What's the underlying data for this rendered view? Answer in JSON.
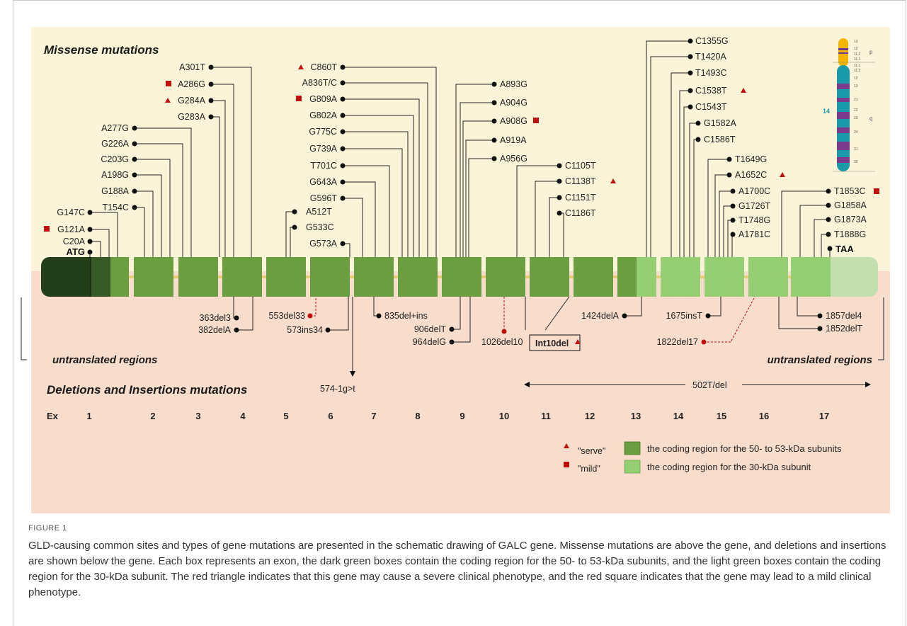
{
  "titles": {
    "missense": "Missense mutations",
    "deletions": "Deletions and Insertions mutations",
    "utr_left": "untranslated regions",
    "utr_right": "untranslated regions"
  },
  "start_codon": "ATG",
  "stop_codon": "TAA",
  "exon_row_label": "Ex",
  "exons": [
    "1",
    "2",
    "3",
    "4",
    "5",
    "6",
    "7",
    "8",
    "9",
    "10",
    "11",
    "12",
    "13",
    "14",
    "15",
    "16",
    "17"
  ],
  "missense_left": [
    {
      "label": "C20A",
      "marker": "none"
    },
    {
      "label": "G121A",
      "marker": "mild"
    },
    {
      "label": "G147C",
      "marker": "none"
    },
    {
      "label": "T154C",
      "marker": "none"
    },
    {
      "label": "G188A",
      "marker": "none"
    },
    {
      "label": "A198G",
      "marker": "none"
    },
    {
      "label": "C203G",
      "marker": "none"
    },
    {
      "label": "G226A",
      "marker": "none"
    },
    {
      "label": "A277G",
      "marker": "none"
    },
    {
      "label": "G283A",
      "marker": "none"
    },
    {
      "label": "G284A",
      "marker": "severe"
    },
    {
      "label": "A286G",
      "marker": "mild"
    },
    {
      "label": "A301T",
      "marker": "none"
    },
    {
      "label": "A512T",
      "marker": "none"
    },
    {
      "label": "G533C",
      "marker": "none"
    },
    {
      "label": "G573A",
      "marker": "none"
    },
    {
      "label": "G596T",
      "marker": "none"
    },
    {
      "label": "G643A",
      "marker": "none"
    },
    {
      "label": "T701C",
      "marker": "none"
    },
    {
      "label": "G739A",
      "marker": "none"
    },
    {
      "label": "G775C",
      "marker": "none"
    },
    {
      "label": "G802A",
      "marker": "none"
    },
    {
      "label": "G809A",
      "marker": "mild"
    },
    {
      "label": "A836T/C",
      "marker": "none"
    },
    {
      "label": "C860T",
      "marker": "severe"
    }
  ],
  "missense_right": [
    {
      "label": "A893G",
      "marker": "none"
    },
    {
      "label": "A904G",
      "marker": "none"
    },
    {
      "label": "A908G",
      "marker": "mild"
    },
    {
      "label": "A919A",
      "marker": "none"
    },
    {
      "label": "A956G",
      "marker": "none"
    },
    {
      "label": "C1105T",
      "marker": "none"
    },
    {
      "label": "C1138T",
      "marker": "severe"
    },
    {
      "label": "C1151T",
      "marker": "none"
    },
    {
      "label": "C1186T",
      "marker": "none"
    },
    {
      "label": "C1355G",
      "marker": "none"
    },
    {
      "label": "T1420A",
      "marker": "none"
    },
    {
      "label": "T1493C",
      "marker": "none"
    },
    {
      "label": "C1538T",
      "marker": "severe"
    },
    {
      "label": "C1543T",
      "marker": "none"
    },
    {
      "label": "G1582A",
      "marker": "none"
    },
    {
      "label": "C1586T",
      "marker": "none"
    },
    {
      "label": "T1649G",
      "marker": "none"
    },
    {
      "label": "A1652C",
      "marker": "severe"
    },
    {
      "label": "A1700C",
      "marker": "none"
    },
    {
      "label": "G1726T",
      "marker": "none"
    },
    {
      "label": "T1748G",
      "marker": "none"
    },
    {
      "label": "A1781C",
      "marker": "none"
    },
    {
      "label": "T1853C",
      "marker": "mild"
    },
    {
      "label": "G1858A",
      "marker": "none"
    },
    {
      "label": "G1873A",
      "marker": "none"
    },
    {
      "label": "T1888G",
      "marker": "none"
    }
  ],
  "deletions": [
    {
      "label": "363del3",
      "style": "solid"
    },
    {
      "label": "382delA",
      "style": "solid"
    },
    {
      "label": "553del33",
      "style": "dashed"
    },
    {
      "label": "573ins34",
      "style": "solid"
    },
    {
      "label": "574-1g>t",
      "style": "arrow"
    },
    {
      "label": "835del+ins",
      "style": "solid"
    },
    {
      "label": "906delT",
      "style": "solid"
    },
    {
      "label": "964delG",
      "style": "solid"
    },
    {
      "label": "1026del10",
      "style": "dashed"
    },
    {
      "label": "Int10del",
      "style": "boxed",
      "marker": "severe"
    },
    {
      "label": "1424delA",
      "style": "solid"
    },
    {
      "label": "1675insT",
      "style": "solid"
    },
    {
      "label": "1822del17",
      "style": "dashed"
    },
    {
      "label": "1857del4",
      "style": "solid"
    },
    {
      "label": "1852delT",
      "style": "solid"
    },
    {
      "label": "502T/del",
      "style": "span"
    }
  ],
  "legend": {
    "severe_label": "\"serve\"",
    "mild_label": "\"mild\"",
    "dark_label": "the coding region for the 50- to 53-kDa subunits",
    "light_label": "the coding region for the 30-kDa subunit"
  },
  "chromosome": {
    "number": "14",
    "arm_p": "p",
    "arm_q": "q",
    "bands": [
      "13",
      "12",
      "11.2",
      "11.1",
      "11.1",
      "11.2",
      "12",
      "13",
      "21",
      "22",
      "23",
      "24",
      "31",
      "32"
    ]
  },
  "colors": {
    "upper_bg": "#fcf4d9",
    "lower_bg": "#f8dccc",
    "dark_green": "#6a9e40",
    "light_green": "#94cf73",
    "utr_dark": "#233f1a",
    "utr_light": "#c3dfb0",
    "red": "#c0110f"
  },
  "caption": {
    "label": "FIGURE 1",
    "text": "GLD-causing common sites and types of gene mutations are presented in the schematic drawing of GALC gene. Missense mutations are above the gene, and deletions and insertions are shown below the gene. Each box represents an exon, the dark green boxes contain the coding region for the 50- to 53-kDa subunits, and the light green boxes contain the coding region for the 30-kDa subunit. The red triangle indicates that this gene may cause a severe clinical phenotype, and the red square indicates that the gene may lead to a mild clinical phenotype."
  }
}
